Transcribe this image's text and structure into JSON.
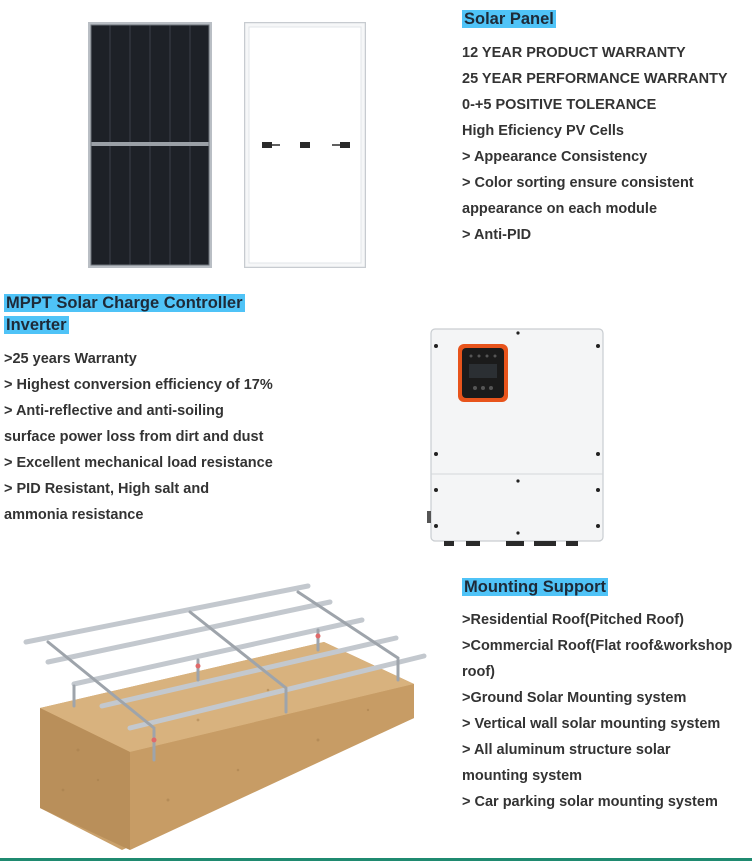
{
  "solar_panel": {
    "title": "Solar Panel",
    "features": [
      "12 YEAR PRODUCT WARRANTY",
      "25 YEAR PERFORMANCE WARRANTY",
      "0-+5 POSITIVE TOLERANCE",
      "High Eficiency PV Cells",
      "> Appearance Consistency",
      "> Color sorting ensure consistent",
      "appearance on each module",
      "> Anti-PID"
    ]
  },
  "controller": {
    "title_line1": "MPPT Solar Charge Controller",
    "title_line2": "Inverter",
    "features": [
      ">25 years Warranty",
      "> Highest conversion efficiency of 17%",
      "> Anti-reflective and anti-soiling",
      "surface power loss from dirt and dust",
      "> Excellent mechanical load resistance",
      "> PID Resistant, High salt and",
      "ammonia resistance"
    ]
  },
  "mounting": {
    "title": "Mounting Support",
    "features": [
      ">Residential Roof(Pitched Roof)",
      ">Commercial Roof(Flat roof&workshop",
      "roof)",
      ">Ground Solar Mounting system",
      "> Vertical wall solar mounting system",
      "> All aluminum structure solar",
      "mounting system",
      "> Car parking solar mounting system"
    ]
  },
  "colors": {
    "highlight": "#4fc3f7",
    "accent_orange": "#e8541c",
    "panel_dark": "#1d2127",
    "soil": "#c9a06a"
  }
}
